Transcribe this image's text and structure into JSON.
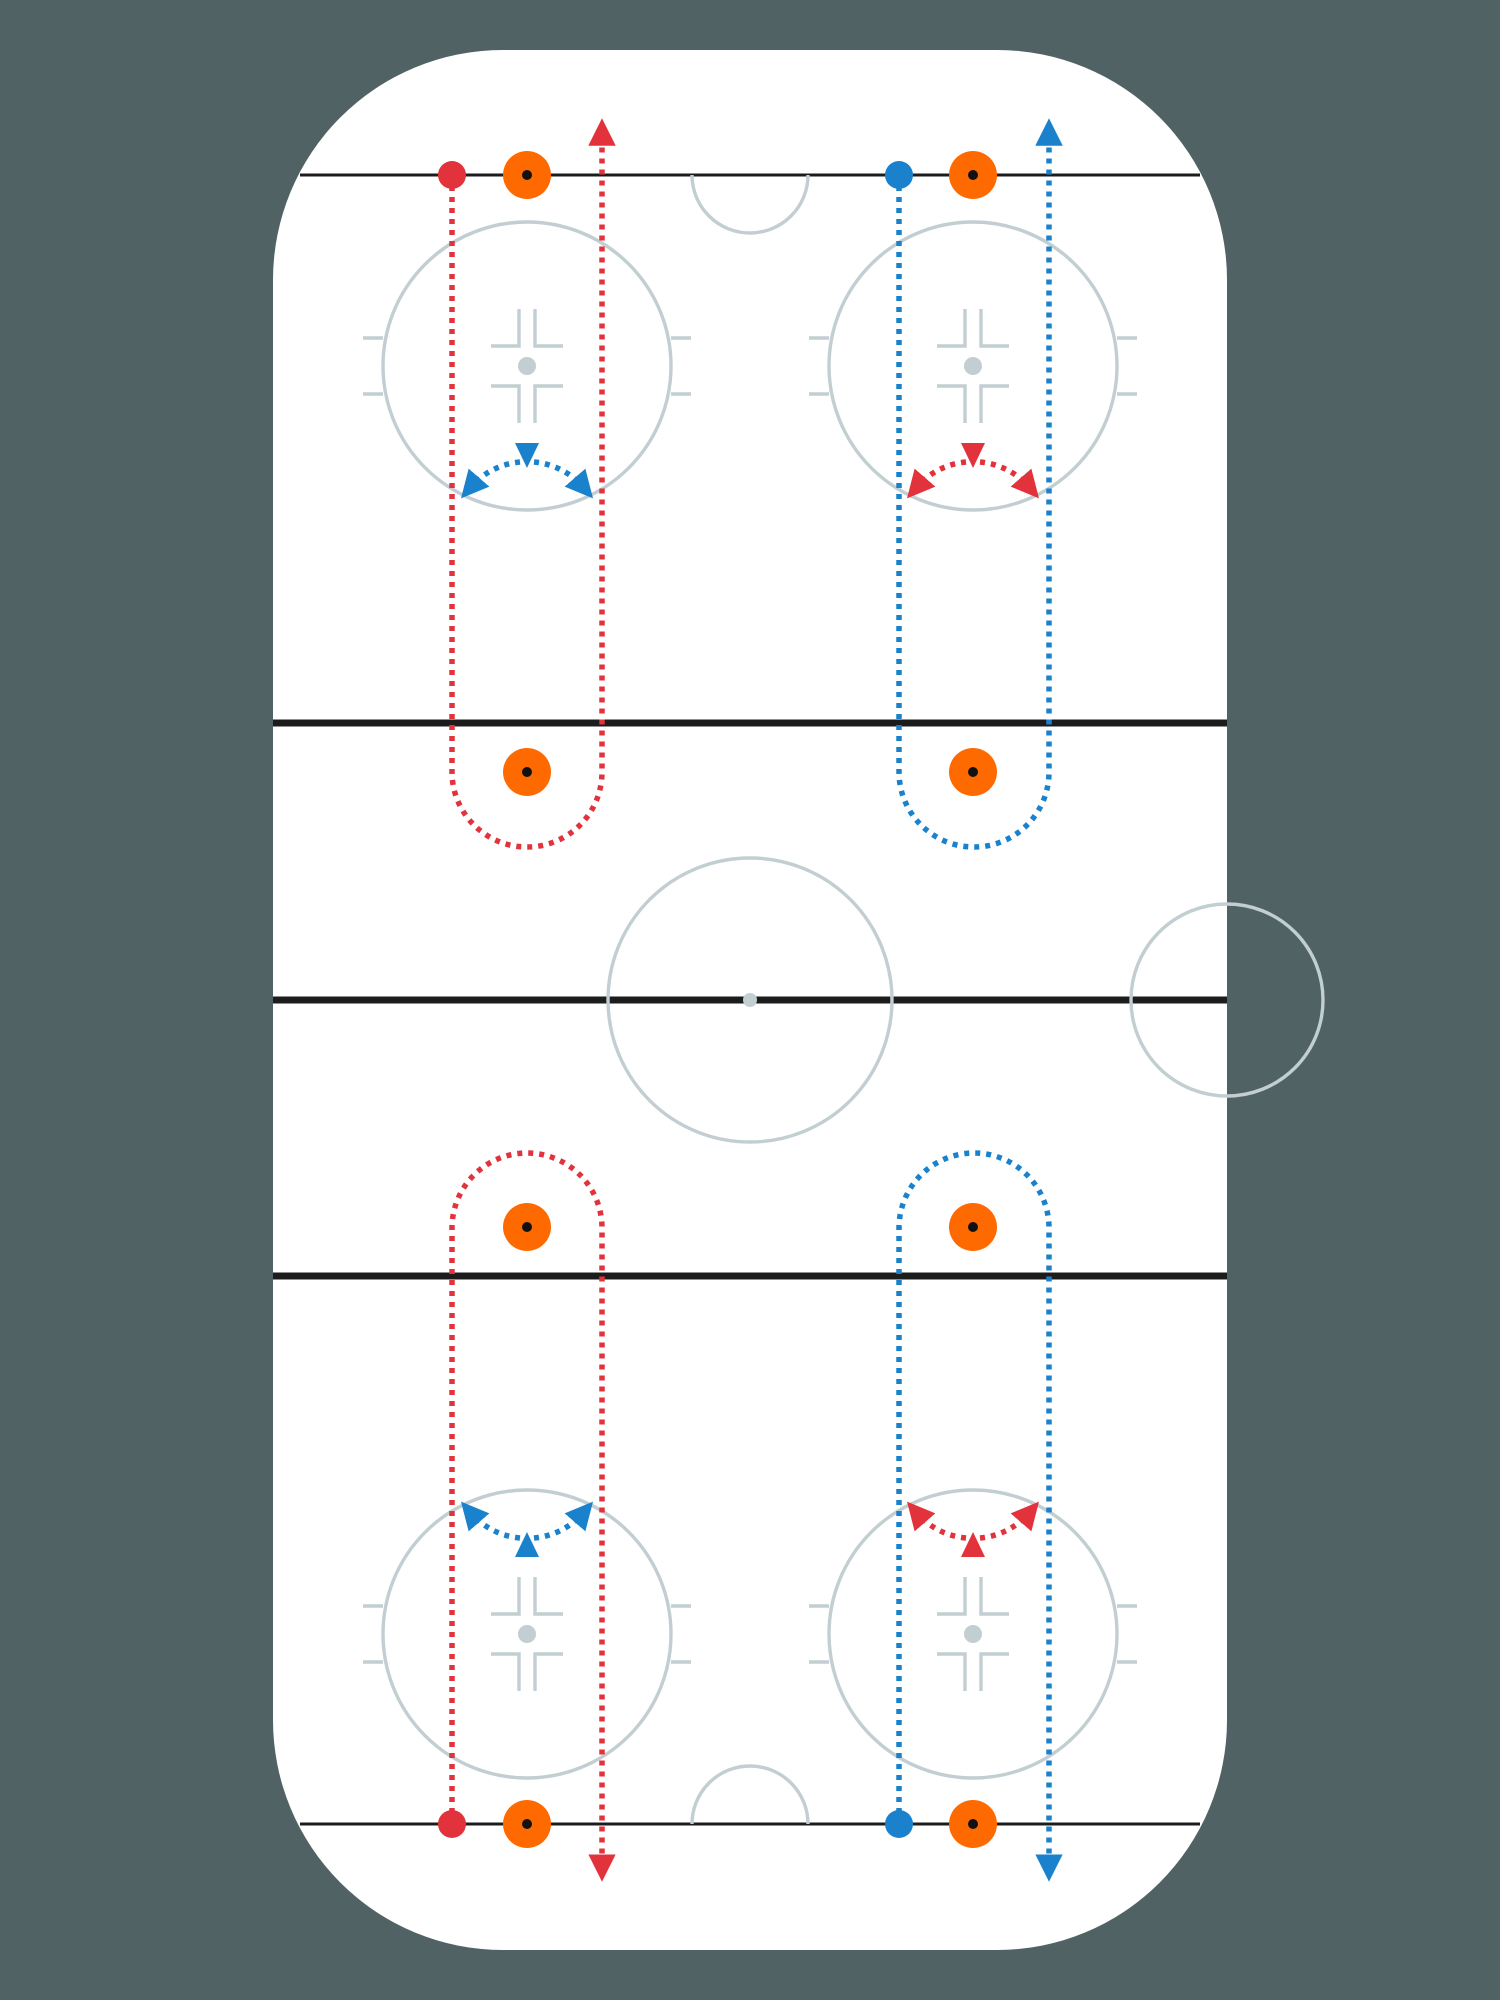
{
  "colors": {
    "background": "#516265",
    "ice": "#ffffff",
    "markings": "#c2ced1",
    "lines": "#1c1c1c",
    "red": "#e2333c",
    "blue": "#1a82cc",
    "cone": "#ff6a00"
  },
  "icons": {
    "cone": "orange-cone-marker",
    "player": "player-start-dot",
    "arrow": "direction-arrow"
  },
  "lanes": [
    {
      "name": "top-left",
      "color": "red",
      "pass_color": "blue"
    },
    {
      "name": "top-right",
      "color": "blue",
      "pass_color": "red"
    },
    {
      "name": "bottom-left",
      "color": "red",
      "pass_color": "blue"
    },
    {
      "name": "bottom-right",
      "color": "blue",
      "pass_color": "red"
    }
  ]
}
